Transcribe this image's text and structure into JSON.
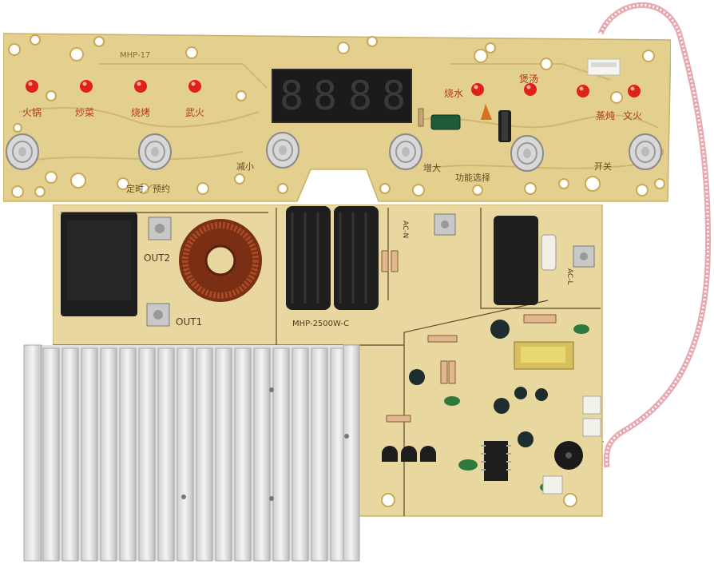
{
  "control_board": {
    "model": "MHP-17",
    "display_digits": [
      "8",
      "8",
      "8",
      "8"
    ],
    "led_labels_left": [
      "火锅",
      "炒菜",
      "烧烤",
      "武火"
    ],
    "led_labels_right": [
      "烧水",
      "煲汤",
      "蒸炖",
      "文火"
    ],
    "button_labels": [
      "定时／预约",
      "减小",
      "增大",
      "功能选择",
      "开关"
    ]
  },
  "power_board": {
    "model": "MHP-2500W-C",
    "out1_label": "OUT1",
    "out2_label": "OUT2",
    "ac_n_label": "AC-N",
    "ac_l_label": "AC-L"
  },
  "colors": {
    "pcb": "#e3cf8e",
    "pcb_dark": "#d2bb72",
    "led_red": "#e0201a",
    "heatsink": "#e4e4e4",
    "capacitor": "#1e1e1e",
    "copper_coil": "#8a3a1a"
  }
}
